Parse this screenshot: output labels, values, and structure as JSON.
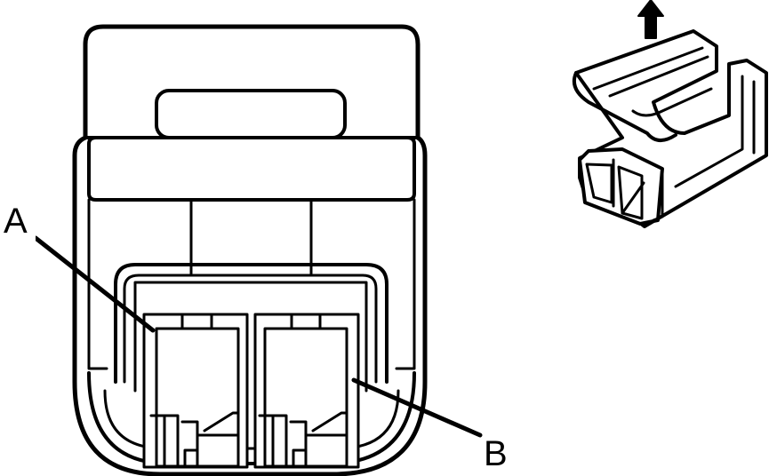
{
  "diagram": {
    "callouts": [
      {
        "id": "A",
        "text": "A"
      },
      {
        "id": "B",
        "text": "B"
      }
    ],
    "colors": {
      "stroke": "#000000",
      "fill": "#ffffff"
    },
    "icons": {
      "direction_arrow": "arrow-up-icon"
    }
  }
}
